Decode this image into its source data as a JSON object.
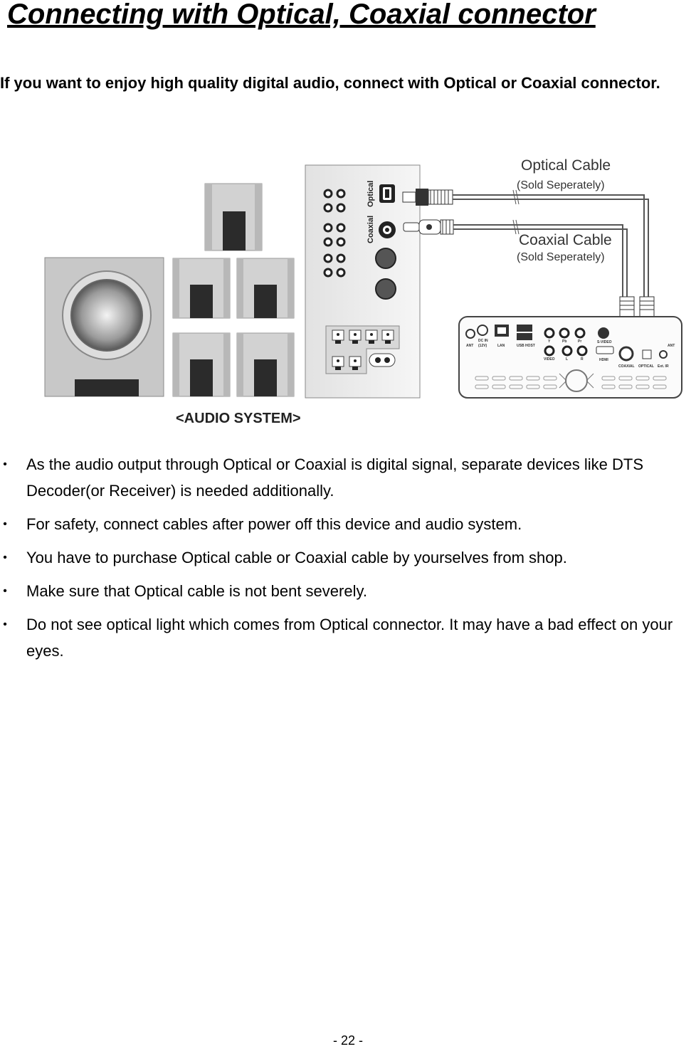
{
  "title": "Connecting with Optical, Coaxial connector",
  "intro": "If you want to enjoy high quality digital audio, connect with Optical or Coaxial connector.",
  "figure": {
    "optical_cable_label": "Optical Cable",
    "optical_sold_label": "(Sold Seperately)",
    "coaxial_cable_label": "Coaxial Cable",
    "coaxial_sold_label": "(Sold Seperately)",
    "panel_optical_label": "Optical",
    "panel_coaxial_label": "Coaxial",
    "audio_system_caption": "<AUDIO SYSTEM>",
    "player_labels": {
      "ant_in": "ANT",
      "dc_in": "DC IN",
      "dc_volt": "(12V)",
      "lan": "LAN",
      "usb_host": "USB HOST",
      "y": "Y",
      "pb": "Pb",
      "pr": "Pr",
      "svideo": "S-VIDEO",
      "video": "VIDEO",
      "l": "L",
      "r": "R",
      "hdmi": "HDMI",
      "coaxial": "COAXIAL",
      "optical": "OPTICAL",
      "ext_ir": "Ext. IR",
      "ant_out": "ANT"
    }
  },
  "bullets": [
    "As the audio output through Optical or Coaxial is digital signal, separate devices like DTS Decoder(or Receiver) is needed additionally.",
    "For safety, connect cables after power off this device and audio system.",
    "You have to purchase Optical cable or Coaxial cable by yourselves from shop.",
    "Make sure that Optical cable is not bent severely.",
    "Do not see optical light which comes from Optical connector. It may have a bad effect on your eyes."
  ],
  "bullet_symbol": "•",
  "page_number": "- 22 -"
}
